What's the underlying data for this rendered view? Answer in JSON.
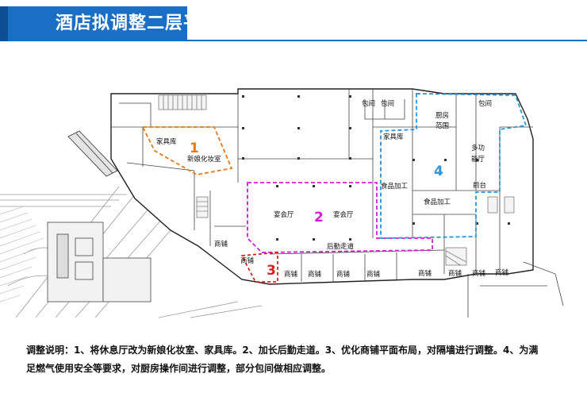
{
  "header": {
    "title": "酒店拟调整二层平面",
    "bar_color": "#1a6fc4"
  },
  "zones": [
    {
      "number": "1",
      "color": "#e07b1c"
    },
    {
      "number": "2",
      "color": "#d41fd4"
    },
    {
      "number": "3",
      "color": "#d62020"
    },
    {
      "number": "4",
      "color": "#2b95d6"
    }
  ],
  "rooms": {
    "baojian_1": "包间",
    "baojian_2": "包间",
    "baojian_3": "包间",
    "chufang": "厨房",
    "fanwei": "范围",
    "jiajuku_a": "家具库",
    "jiajuku_b": "家具库",
    "xinniang": "新娘化妆室",
    "duogongneng_1": "多功",
    "duogongneng_2": "能厅",
    "qiantai": "前台",
    "shipin_1": "食品加工",
    "shipin_2": "食品加工",
    "yanhui_1": "宴会厅",
    "yanhui_2": "宴会厅",
    "houqin": "后勤走道",
    "shangpu": "商铺"
  },
  "caption": {
    "line1": "调整说明：1、将休息厅改为新娘化妆室、家具库。2、加长后勤走道。3、优化商铺平面布局，对隔墙进行调整。4、为满",
    "line2": "足燃气使用安全等要求，对厨房操作间进行调整，部分包间做相应调整。"
  }
}
